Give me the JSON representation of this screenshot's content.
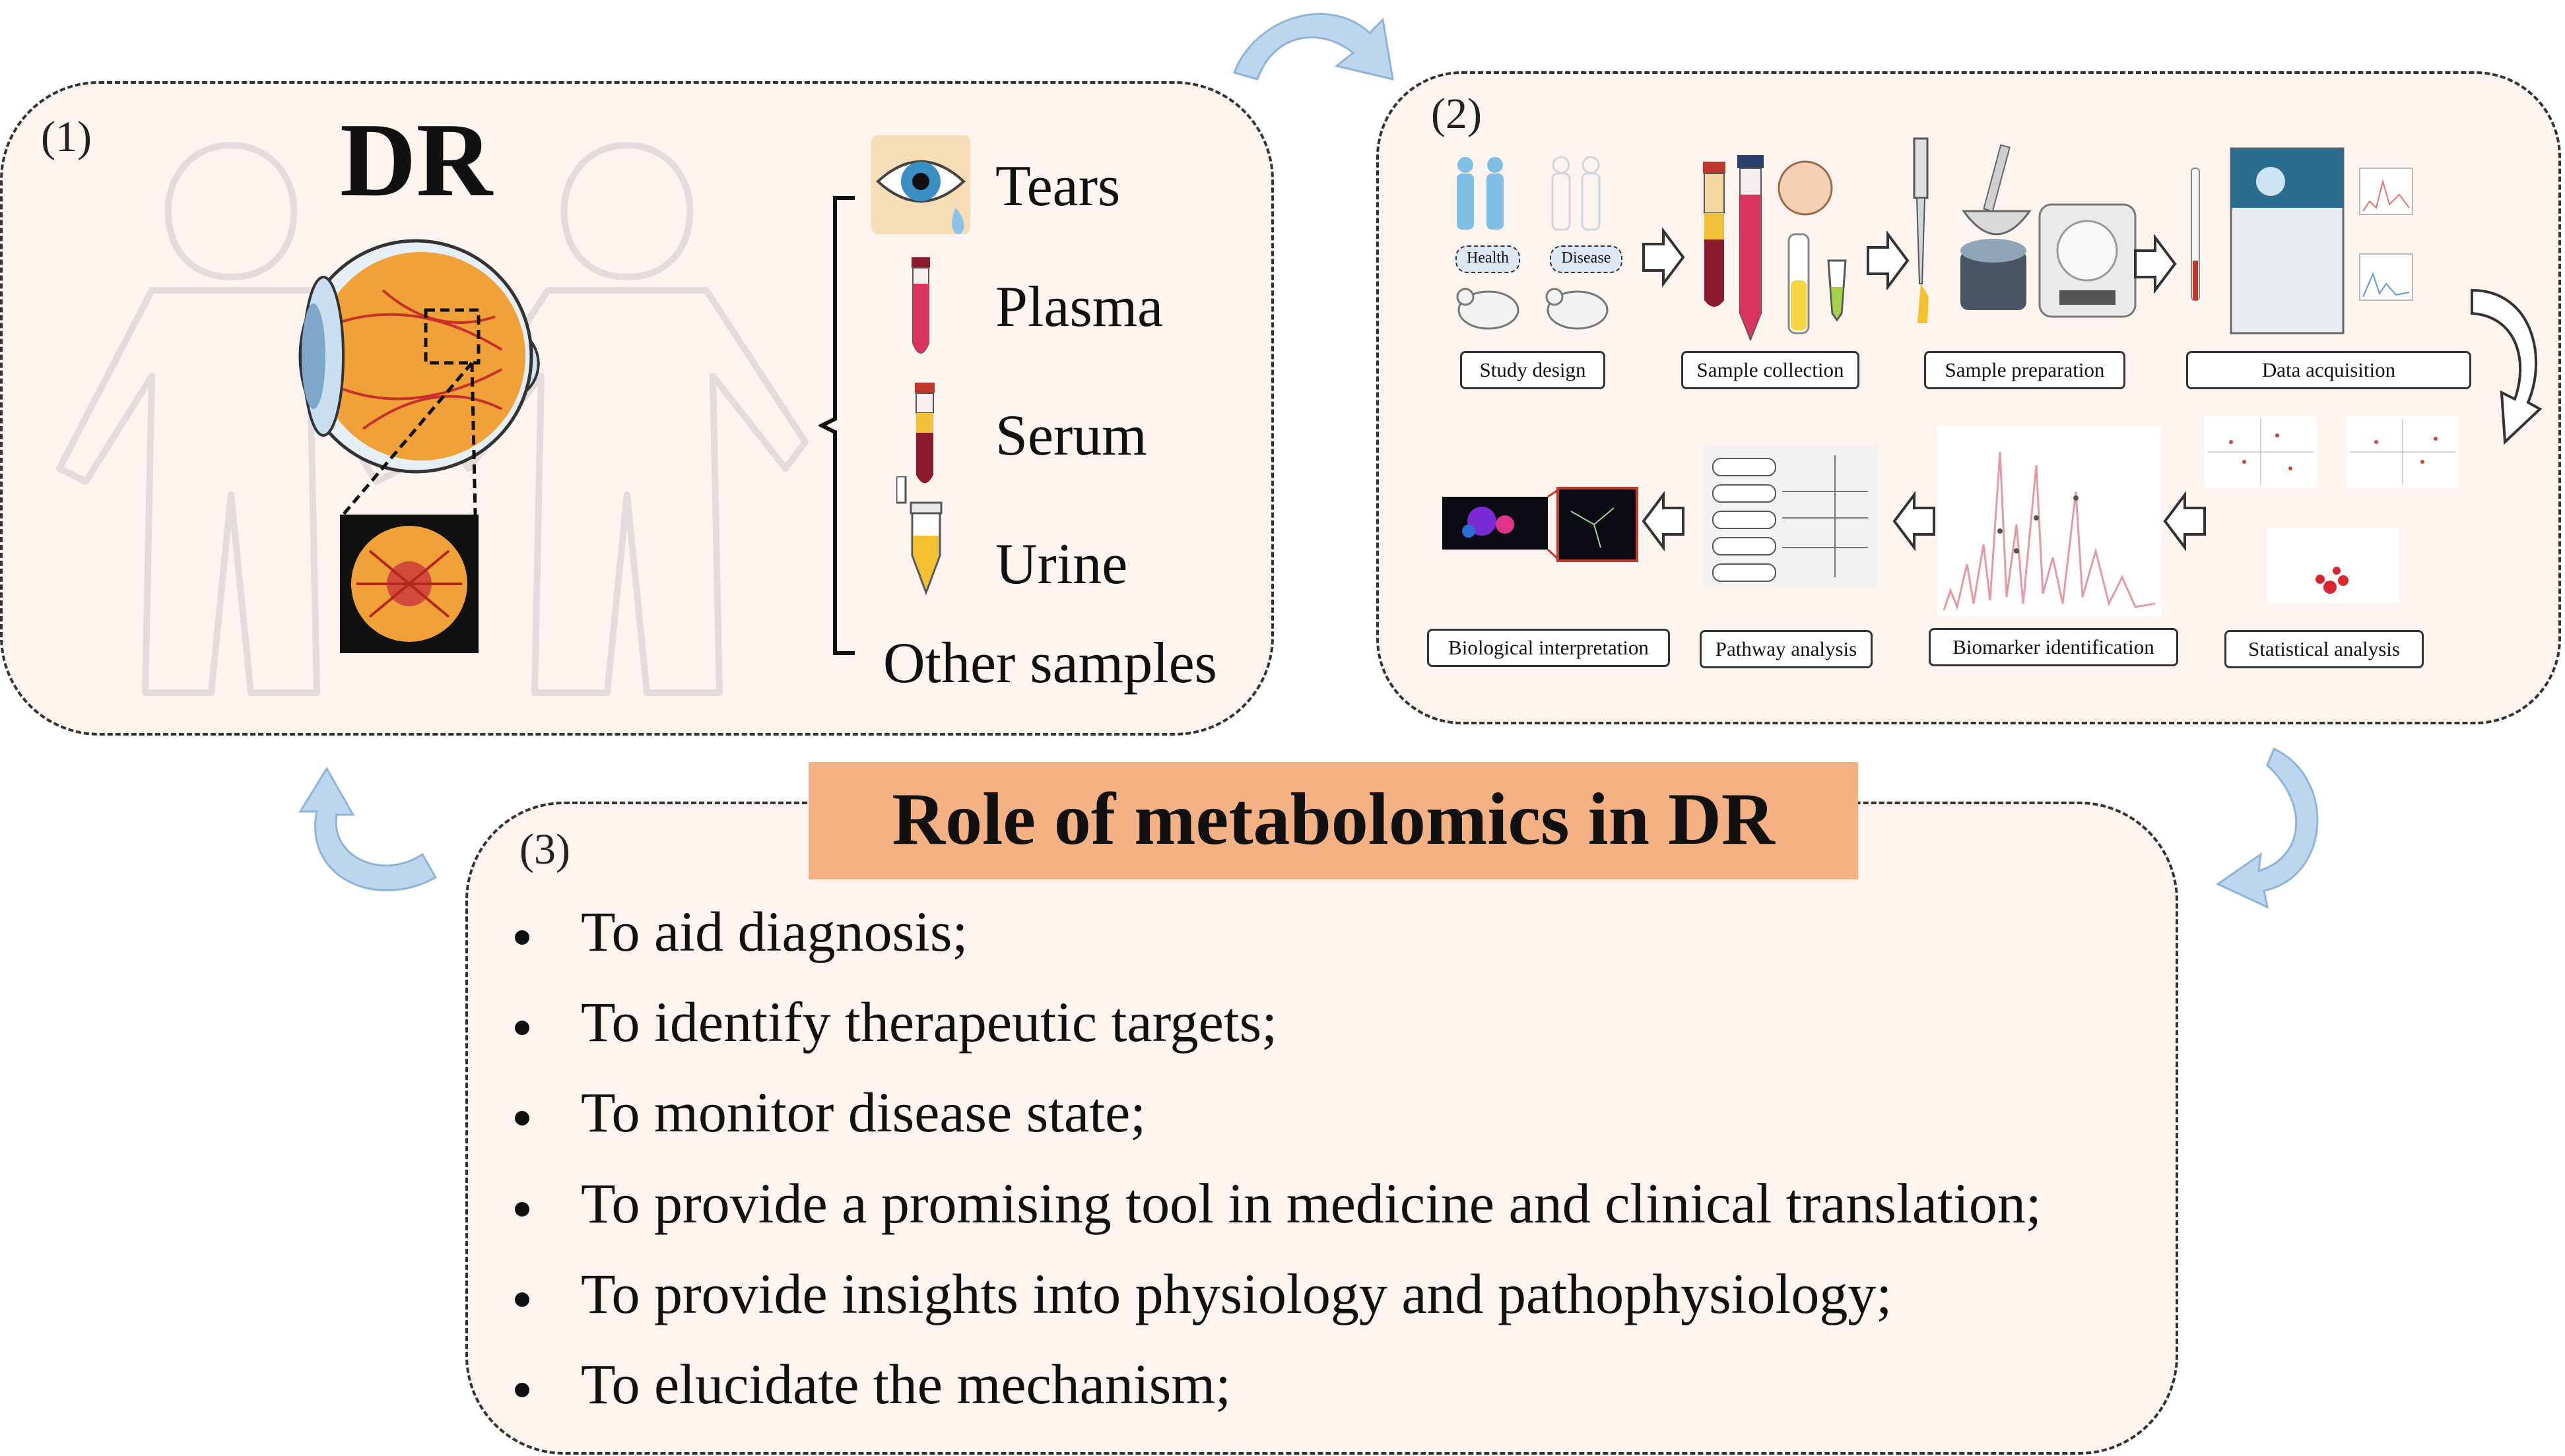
{
  "panel1": {
    "number": "(1)",
    "title": "DR",
    "samples": [
      "Tears",
      "Plasma",
      "Serum",
      "Urine",
      "Other samples"
    ]
  },
  "panel2": {
    "number": "(2)",
    "groups": [
      "Health",
      "Disease"
    ],
    "steps_top": [
      "Study design",
      "Sample collection",
      "Sample preparation",
      "Data acquisition"
    ],
    "steps_bottom": [
      "Biological interpretation",
      "Pathway analysis",
      "Biomarker identification",
      "Statistical analysis"
    ]
  },
  "panel3": {
    "number": "(3)",
    "title": "Role of metabolomics in DR",
    "items": [
      "To aid diagnosis;",
      "To identify therapeutic targets;",
      "To monitor disease state;",
      "To provide a promising tool in medicine and clinical translation;",
      "To provide insights into physiology and pathophysiology;",
      "To elucidate the mechanism;"
    ]
  },
  "colors": {
    "panel_bg": "#fdf4f0",
    "title_bar": "#f4b183",
    "cycle_arrow": "#bcd6ee",
    "retina": "#f0a238",
    "blood": "#8b1a2b",
    "serum": "#f2c13a"
  },
  "icons": [
    "eye-icon",
    "tear-drop-icon",
    "test-tube-icon",
    "human-silhouette-icon",
    "mouse-icon",
    "centrifuge-icon",
    "pipette-icon",
    "mass-spectrometer-icon",
    "cycle-arrow-icon"
  ]
}
